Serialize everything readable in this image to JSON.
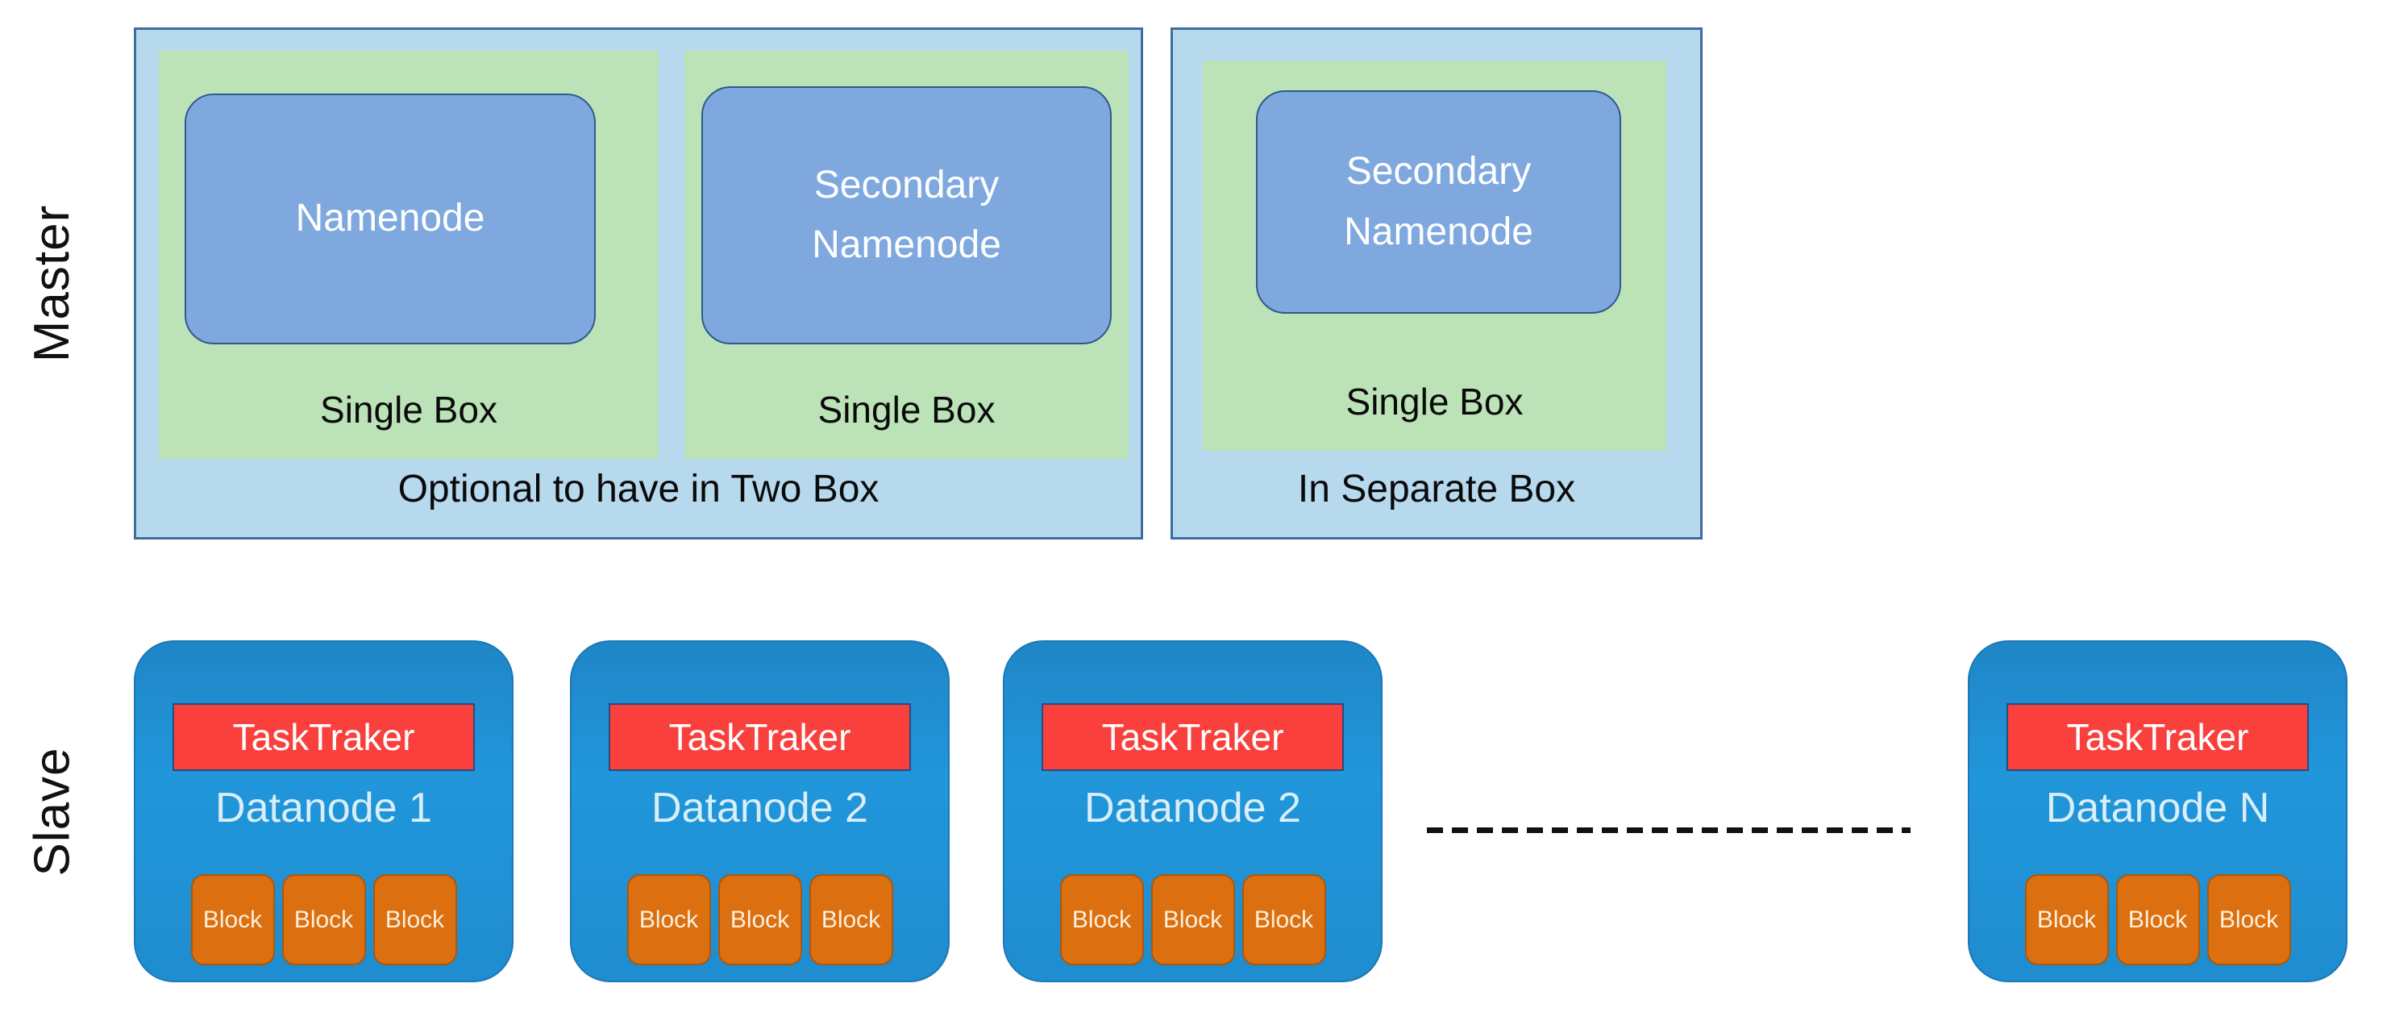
{
  "row_labels": {
    "master": "Master",
    "slave": "Slave"
  },
  "master": {
    "optional_group": {
      "caption": "Optional to have in Two Box",
      "units": [
        {
          "node_label": "Namenode",
          "box_caption": "Single Box"
        },
        {
          "node_label": "Secondary Namenode",
          "box_caption": "Single Box"
        }
      ]
    },
    "separate_group": {
      "caption": "In Separate Box",
      "units": [
        {
          "node_label": "Secondary Namenode",
          "box_caption": "Single Box"
        }
      ]
    }
  },
  "slave": {
    "datanodes": [
      {
        "tasktracker": "TaskTraker",
        "name": "Datanode 1",
        "blocks": [
          "Block",
          "Block",
          "Block"
        ]
      },
      {
        "tasktracker": "TaskTraker",
        "name": "Datanode 2",
        "blocks": [
          "Block",
          "Block",
          "Block"
        ]
      },
      {
        "tasktracker": "TaskTraker",
        "name": "Datanode 2",
        "blocks": [
          "Block",
          "Block",
          "Block"
        ]
      },
      {
        "tasktracker": "TaskTraker",
        "name": "Datanode N",
        "blocks": [
          "Block",
          "Block",
          "Block"
        ]
      }
    ]
  },
  "palette": {
    "outer_box_fill": "#B7D9EE",
    "outer_box_border": "#3E6C9C",
    "green_box_fill": "#BCE3B7",
    "node_box_fill": "#7FA9DE",
    "node_box_border": "#30598C",
    "slave_box_fill": "#2196DB",
    "slave_box_border": "#1A78B5",
    "tasktracker_fill": "#F9403D",
    "tasktracker_border": "#2B4A7D",
    "block_fill": "#DC7010",
    "block_border": "#A8580C",
    "text_dark": "#0A0A0A",
    "text_light": "#FFFFFF",
    "datanode_text": "#D8EEF9"
  }
}
